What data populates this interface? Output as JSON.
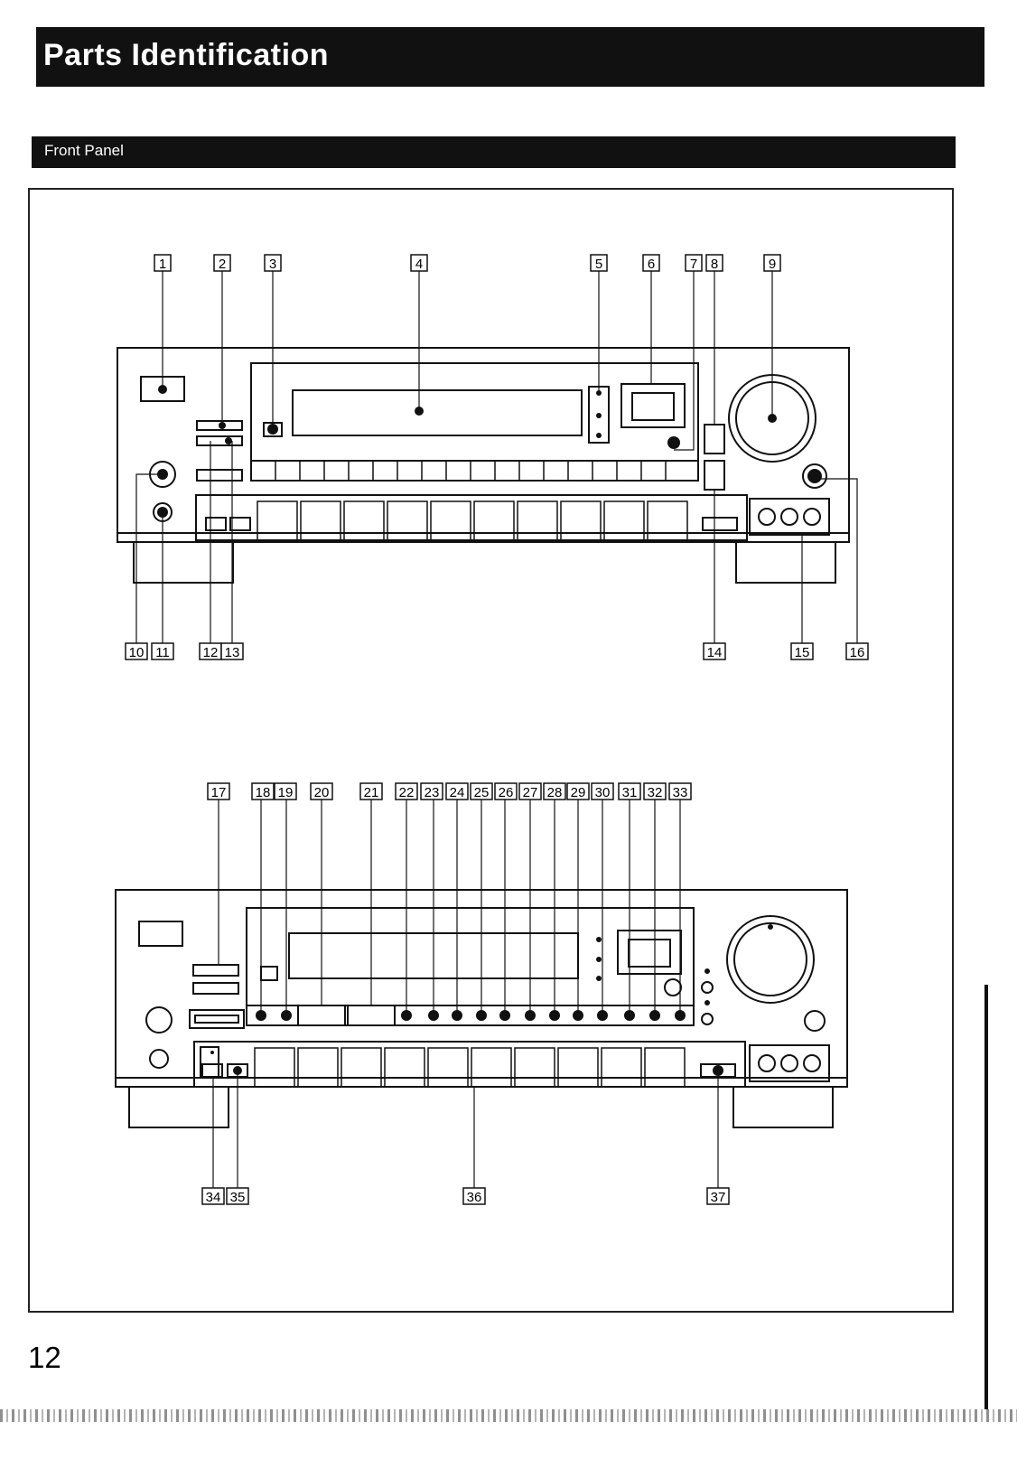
{
  "header": {
    "title": "Parts Identification"
  },
  "section": {
    "title": "Front Panel"
  },
  "callouts_top": [
    "1",
    "2",
    "3",
    "4",
    "5",
    "6",
    "7",
    "8",
    "9",
    "10",
    "11",
    "12",
    "13",
    "14",
    "15",
    "16"
  ],
  "callouts_bottom": [
    "17",
    "18",
    "19",
    "20",
    "21",
    "22",
    "23",
    "24",
    "25",
    "26",
    "27",
    "28",
    "29",
    "30",
    "31",
    "32",
    "33",
    "34",
    "35",
    "36",
    "37"
  ],
  "footer": {
    "page_number": "12"
  }
}
